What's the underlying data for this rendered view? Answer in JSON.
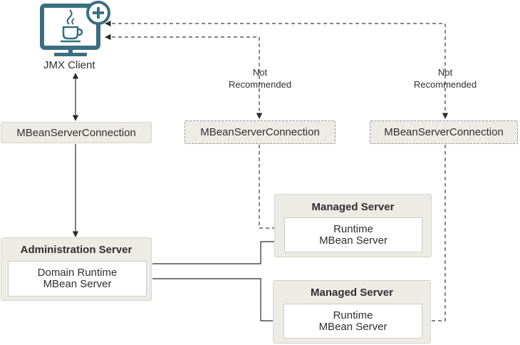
{
  "client": {
    "label": "JMX Client",
    "icon": "java-monitor-plus-icon"
  },
  "connections": {
    "left": "MBeanServerConnection",
    "middle": "MBeanServerConnection",
    "right": "MBeanServerConnection"
  },
  "annotations": {
    "middle": "Not\nRecommended",
    "right": "Not\nRecommended"
  },
  "admin_server": {
    "title": "Administration Server",
    "inner": "Domain Runtime\nMBean Server"
  },
  "managed_servers": [
    {
      "title": "Managed Server",
      "inner": "Runtime\nMBean Server"
    },
    {
      "title": "Managed Server",
      "inner": "Runtime\nMBean Server"
    }
  ],
  "colors": {
    "icon": "#3a6f7f",
    "box_fill": "#ecebe6",
    "line": "#2b2b2b",
    "dashed_line": "#3a3a3a"
  }
}
